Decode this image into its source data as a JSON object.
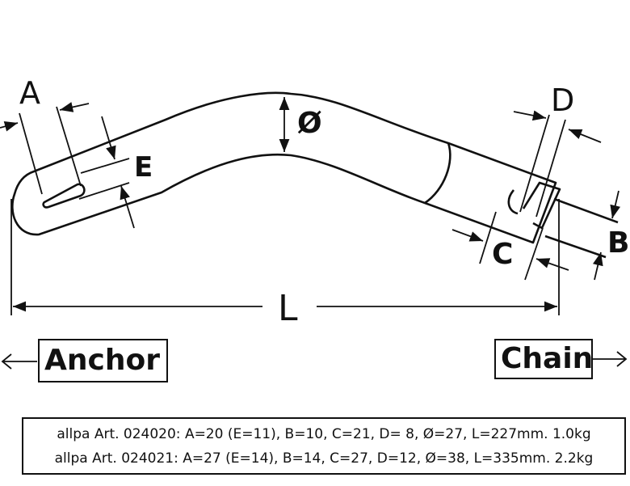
{
  "dimensions": {
    "a": "A",
    "e": "E",
    "diameter": "Ø",
    "d": "D",
    "b": "B",
    "c": "C",
    "l": "L"
  },
  "ends": {
    "anchor": "Anchor",
    "chain": "Chain"
  },
  "specs": [
    "allpa Art. 024020: A=20 (E=11), B=10, C=21, D=  8, Ø=27, L=227mm. 1.0kg",
    "allpa Art. 024021: A=27 (E=14), B=14, C=27, D=12, Ø=38, L=335mm. 2.2kg"
  ]
}
